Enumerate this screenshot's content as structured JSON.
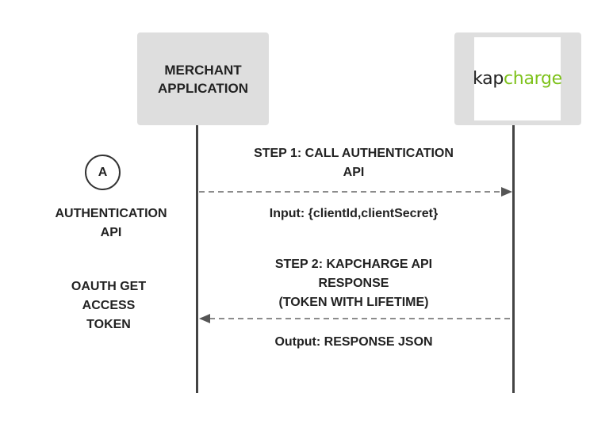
{
  "participants": {
    "merchant": [
      "MERCHANT",
      "APPLICATION"
    ],
    "kapcharge_logo": {
      "part1": "kap",
      "part2": "charge",
      "color_dark": "#222222",
      "color_green": "#7ec21c"
    }
  },
  "badge": {
    "letter": "A"
  },
  "side_labels": {
    "authentication": [
      "AUTHENTICATION",
      "API"
    ],
    "oauth": [
      "OAUTH GET",
      "ACCESS",
      "TOKEN"
    ]
  },
  "steps": {
    "step1": {
      "title": [
        "STEP 1:  CALL AUTHENTICATION",
        "API"
      ],
      "detail": "Input: {clientId,clientSecret}",
      "direction": "merchant-to-kapcharge"
    },
    "step2": {
      "title": [
        "STEP 2:  KAPCHARGE API",
        "RESPONSE",
        "(TOKEN WITH LIFETIME)"
      ],
      "detail": "Output: RESPONSE JSON",
      "direction": "kapcharge-to-merchant"
    }
  },
  "colors": {
    "box": "#dedede",
    "line": "#444444",
    "arrow": "#666666"
  }
}
